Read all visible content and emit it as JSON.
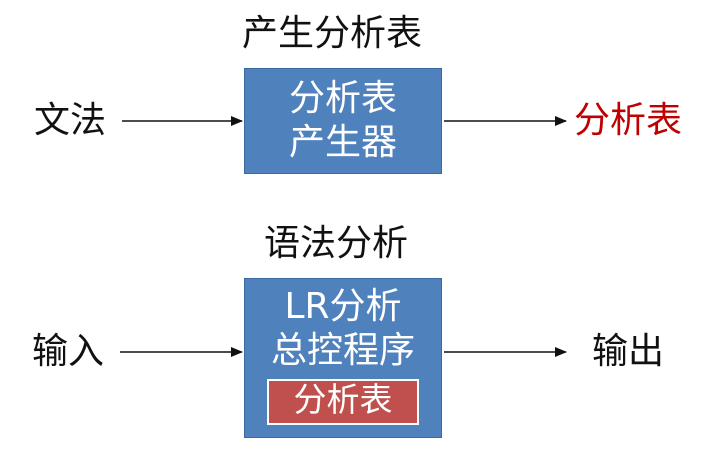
{
  "top": {
    "title": "产生分析表",
    "input_label": "文法",
    "box_line1": "分析表",
    "box_line2": "产生器",
    "output_label": "分析表",
    "output_color": "#c00000"
  },
  "bottom": {
    "title": "语法分析",
    "input_label": "输入",
    "box_line1": "LR分析",
    "box_line2": "总控程序",
    "inner_label": "分析表",
    "output_label": "输出"
  },
  "colors": {
    "box_fill": "#4f81bd",
    "inner_fill": "#c0504d",
    "text": "#111111"
  }
}
